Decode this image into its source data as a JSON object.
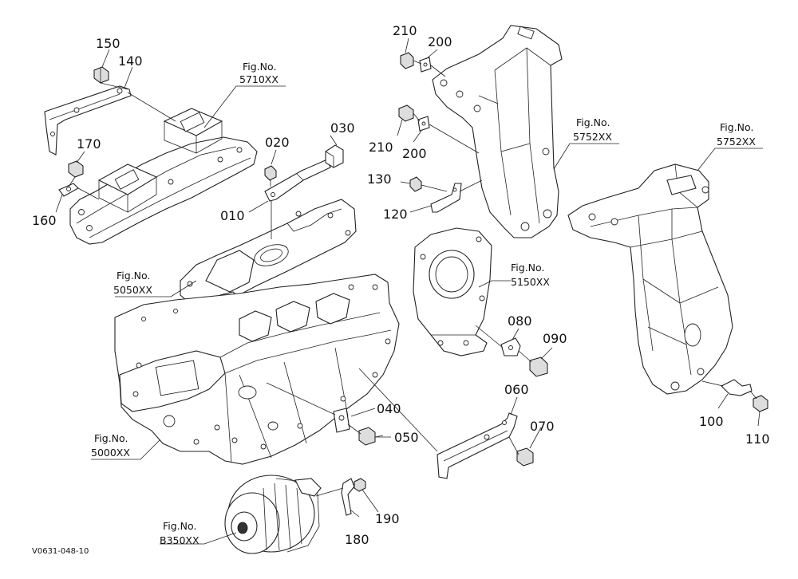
{
  "drawing_code": "V0631-048-10",
  "parts": {
    "p010": "010",
    "p020": "020",
    "p030": "030",
    "p040": "040",
    "p050": "050",
    "p060": "060",
    "p070": "070",
    "p080": "080",
    "p090": "090",
    "p100": "100",
    "p110": "110",
    "p120": "120",
    "p130": "130",
    "p140": "140",
    "p150": "150",
    "p160": "160",
    "p170": "170",
    "p180": "180",
    "p190": "190",
    "p200a": "200",
    "p200b": "200",
    "p210a": "210",
    "p210b": "210"
  },
  "figure_refs": {
    "f5710": {
      "line1": "Fig.No.",
      "line2": "5710XX"
    },
    "f5752a": {
      "line1": "Fig.No.",
      "line2": "5752XX"
    },
    "f5752b": {
      "line1": "Fig.No.",
      "line2": "5752XX"
    },
    "f5050": {
      "line1": "Fig.No.",
      "line2": "5050XX"
    },
    "f5150": {
      "line1": "Fig.No.",
      "line2": "5150XX"
    },
    "f5000": {
      "line1": "Fig.No.",
      "line2": "5000XX"
    },
    "fB350": {
      "line1": "Fig.No.",
      "line2": "B350XX"
    }
  }
}
